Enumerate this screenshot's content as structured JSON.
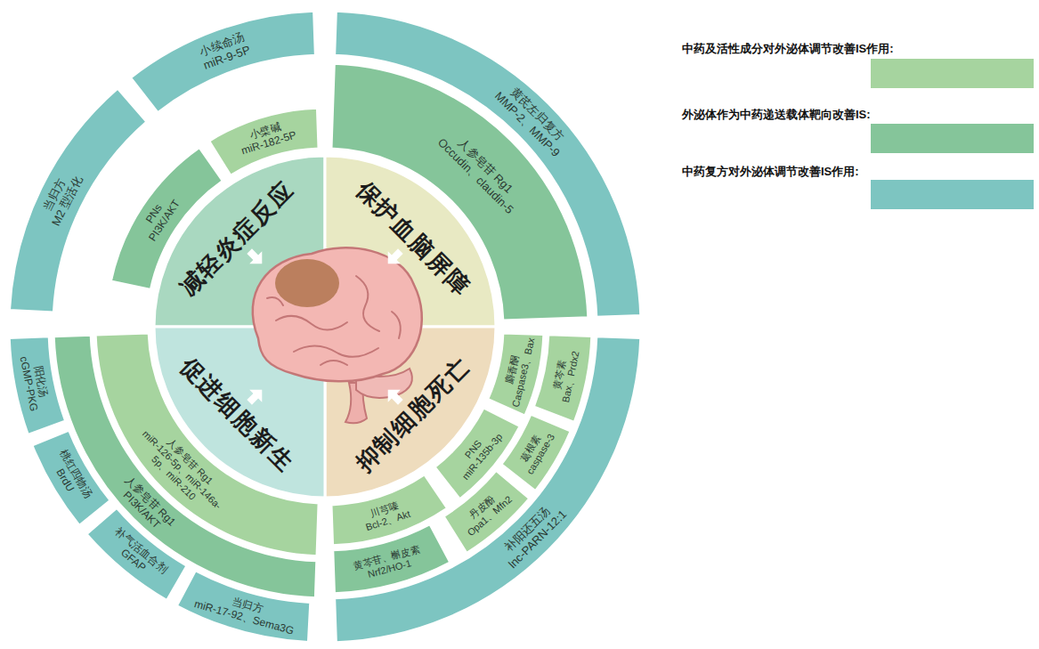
{
  "diagram": {
    "nodes": [
      {
        "text": [
          "减轻炎症反应"
        ]
      },
      {
        "text": [
          "小檗碱",
          "miR-182-5P"
        ]
      },
      {
        "text": [
          "PNs",
          "PI3K/AKT"
        ]
      },
      {
        "text": [
          "小续命汤",
          "miR-9-5P"
        ]
      },
      {
        "text": [
          "当归方",
          "M2 型活化"
        ]
      },
      {
        "text": [
          "保护血脑屏障"
        ]
      },
      {
        "text": [
          "人参皂苷 Rg1",
          "Occudin、claudin-5"
        ]
      },
      {
        "text": [
          "黄芪左归复方",
          "MMP-2、MMP-9"
        ]
      },
      {
        "text": [
          "抑制细胞死亡"
        ]
      },
      {
        "text": [
          "麝香酮",
          "Caspase3、Bax"
        ]
      },
      {
        "text": [
          "PNS",
          "miR-135b-3p"
        ]
      },
      {
        "text": [
          "川芎嗪",
          "Bcl-2、Akt"
        ]
      },
      {
        "text": [
          "黄芩素",
          "Bax、Prdx2"
        ]
      },
      {
        "text": [
          "葛根素",
          "caspase-3"
        ]
      },
      {
        "text": [
          "丹皮酚",
          "Opa1、Mfn2"
        ]
      },
      {
        "text": [
          "黄芩苷、槲皮素",
          "Nrf2/HO-1"
        ]
      },
      {
        "text": [
          "补阳还五汤",
          "lnc-PARN-12:1"
        ]
      },
      {
        "text": [
          "促进细胞新生"
        ]
      },
      {
        "text": [
          "人参皂苷 Rg1",
          "miR-126-5p、miR-146a-5p、miR-210"
        ]
      },
      {
        "text": [
          "人参皂苷 Rg1",
          "PI3K/AKT"
        ]
      },
      {
        "text": [
          "当归方",
          "miR-17-92、Sema3G"
        ]
      },
      {
        "text": [
          "补气活血合剂",
          "GFAP"
        ]
      },
      {
        "text": [
          "桃红四物汤",
          "BrdU"
        ]
      },
      {
        "text": [
          "阳化汤",
          "cGMP-PKG"
        ]
      }
    ],
    "legend": [
      {
        "text": "中药及活性成分对外泌体调节改善IS作用:",
        "color": "#a6d49f"
      },
      {
        "text": "外泌体作为中药递送载体靶向改善IS:",
        "color": "#85c59a"
      },
      {
        "text": "中药复方对外泌体调节改善IS作用:",
        "color": "#7dc5c1"
      }
    ]
  }
}
